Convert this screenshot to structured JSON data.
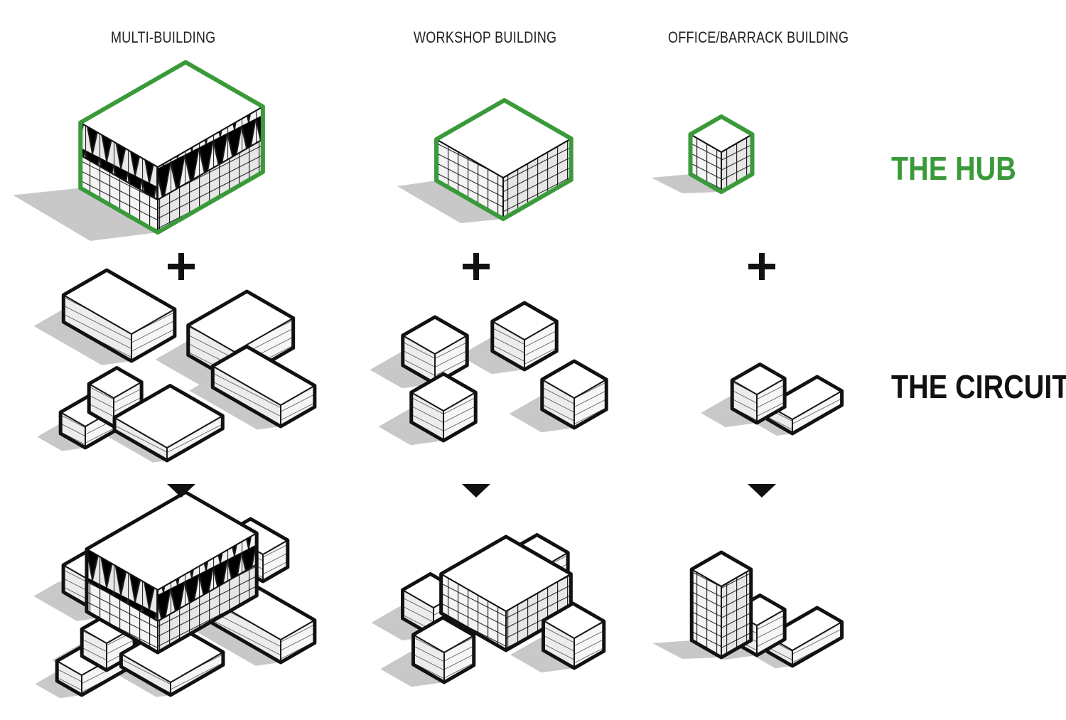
{
  "columns": [
    {
      "id": "multi",
      "label": "MULTI-BUILDING"
    },
    {
      "id": "workshop",
      "label": "WORKSHOP BUILDING"
    },
    {
      "id": "office",
      "label": "OFFICE/BARRACK BUILDING"
    }
  ],
  "rows": {
    "hub": {
      "label": "THE HUB",
      "color": "#3a9a3a"
    },
    "circuit": {
      "label": "THE CIRCUIT",
      "color": "#111111"
    }
  },
  "symbols": {
    "combine": "plus-icon",
    "result": "down-triangle-icon"
  },
  "colors": {
    "hub_outline": "#3a9a3a",
    "outline": "#111111",
    "shadow": "#c8c8c8",
    "face_light": "#f4f4f4",
    "face_mid": "#e2e2e2",
    "face_dark": "#cfcfcf"
  }
}
